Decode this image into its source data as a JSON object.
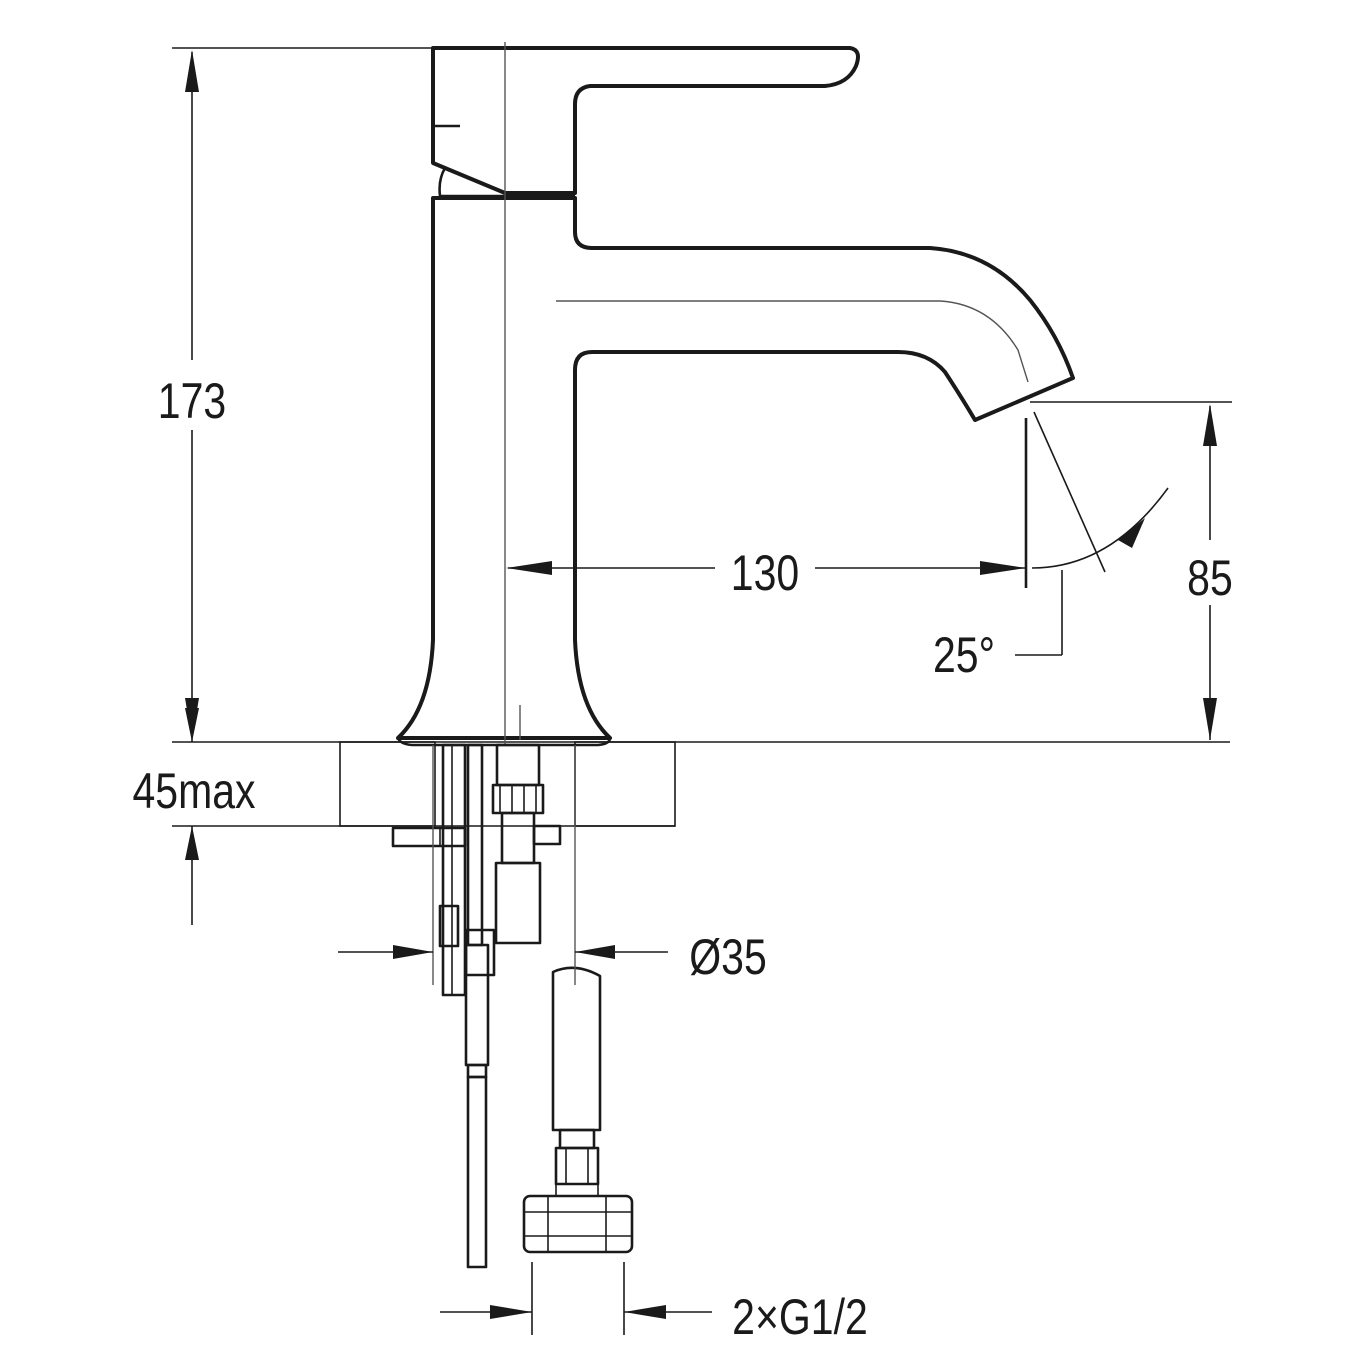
{
  "labels": {
    "height": "173",
    "reach": "130",
    "spout_height": "85",
    "angle": "25°",
    "counter_thickness": "45max",
    "hole_diameter": "Ø35",
    "connections": "2×G1/2"
  }
}
